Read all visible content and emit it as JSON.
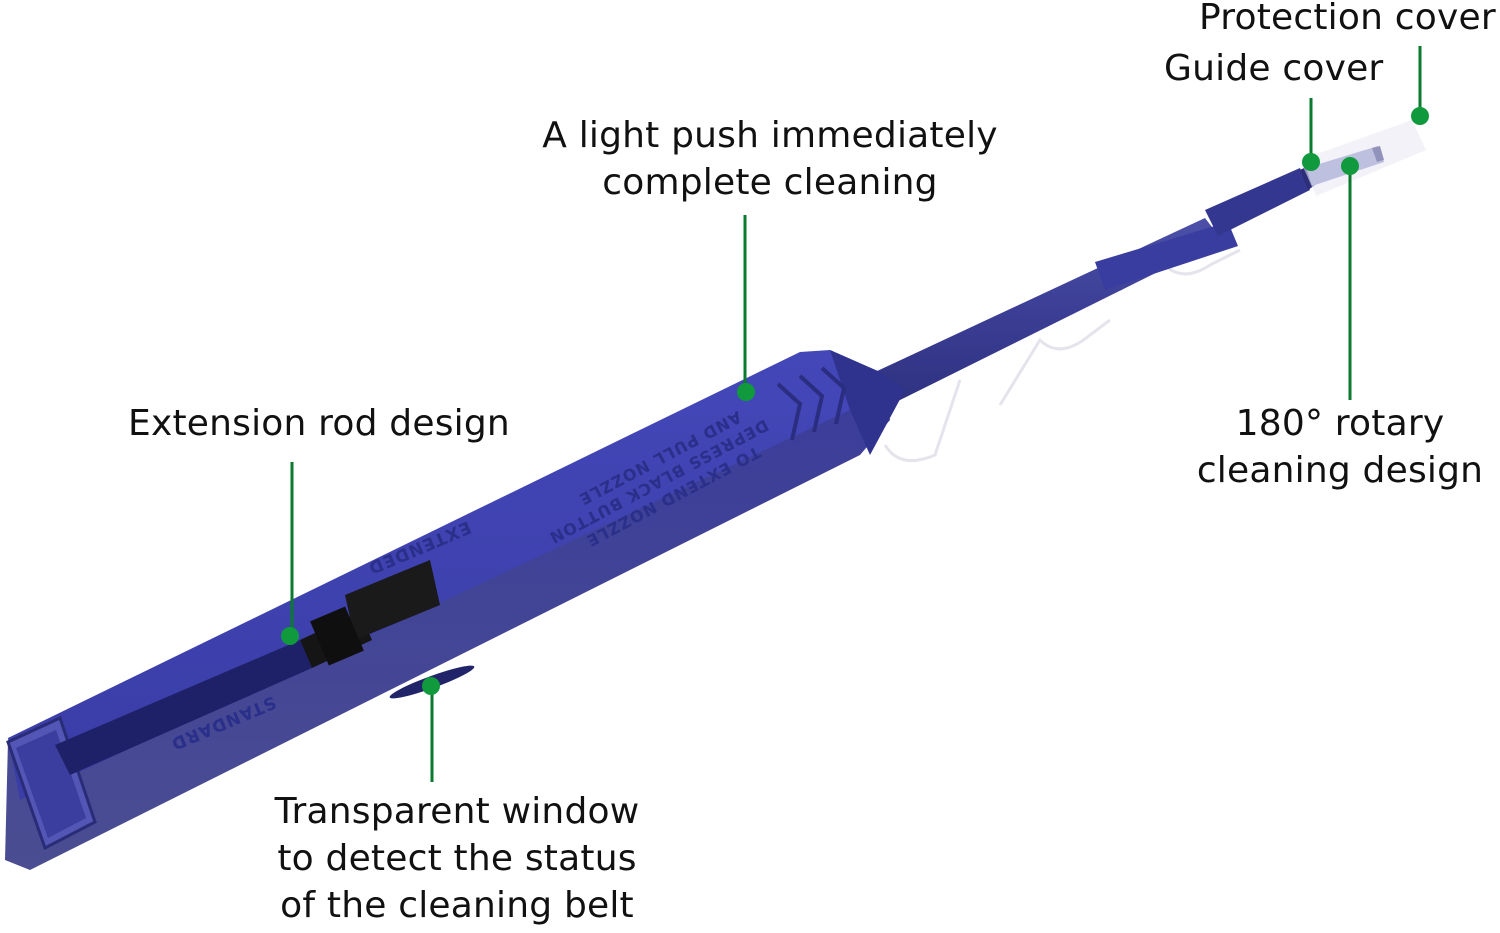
{
  "figure": {
    "subject": "Fiber optic one-click cleaning pen",
    "colors": {
      "body": "#3c3fa8",
      "body_dark": "#2b2d80",
      "body_shadow": "#4a4c8f",
      "callout": "#0a7a2e",
      "callout_dot": "#11993e",
      "text": "#111111",
      "background": "#ffffff"
    }
  },
  "callouts": {
    "protection_cover": {
      "label": "Protection cover"
    },
    "guide_cover": {
      "label": "Guide cover"
    },
    "light_push": {
      "line1": "A light push immediately",
      "line2": "complete cleaning"
    },
    "rotary": {
      "line1": "180° rotary",
      "line2": "cleaning design"
    },
    "extension_rod": {
      "label": "Extension rod design"
    },
    "transparent_window": {
      "line1": "Transparent window",
      "line2": "to detect the status",
      "line3": "of the cleaning belt"
    }
  },
  "embossed": {
    "instruction_line1": "TO EXTEND NOZZLE",
    "instruction_line2": "DEPRESS BLACK BUTTON",
    "instruction_line3": "AND PULL NOZZLE",
    "extended": "EXTENDED",
    "standard": "STANDARD"
  }
}
